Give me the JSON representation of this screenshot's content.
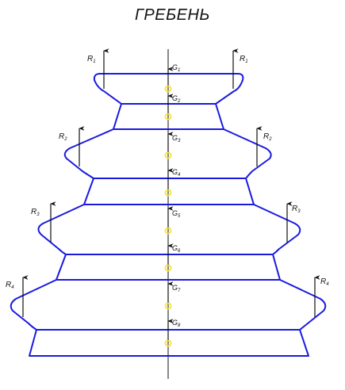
{
  "title": "ГРЕБЕНЬ",
  "colors": {
    "outline": "#1a1adf",
    "centroid": "#f2e64a",
    "axis": "#111111",
    "arrow": "#111111"
  },
  "force_labels": {
    "r1_left": "R",
    "r1_left_sub": "1",
    "r1_right": "R",
    "r1_right_sub": "1",
    "r2_left": "R",
    "r2_left_sub": "2",
    "r2_right": "R",
    "r2_right_sub": "2",
    "r3_left": "R",
    "r3_left_sub": "3",
    "r3_right": "R",
    "r3_right_sub": "3",
    "r4_left": "R",
    "r4_left_sub": "4",
    "r4_right": "R",
    "r4_right_sub": "4"
  },
  "gravity_labels": {
    "g1": "G",
    "g1_sub": "1",
    "g2": "G",
    "g2_sub": "2",
    "g3": "G",
    "g3_sub": "3",
    "g4": "G",
    "g4_sub": "4",
    "g5": "G",
    "g5_sub": "5",
    "g6": "G",
    "g6_sub": "6",
    "g7": "G",
    "g7_sub": "7",
    "g8": "G",
    "g8_sub": "8"
  }
}
